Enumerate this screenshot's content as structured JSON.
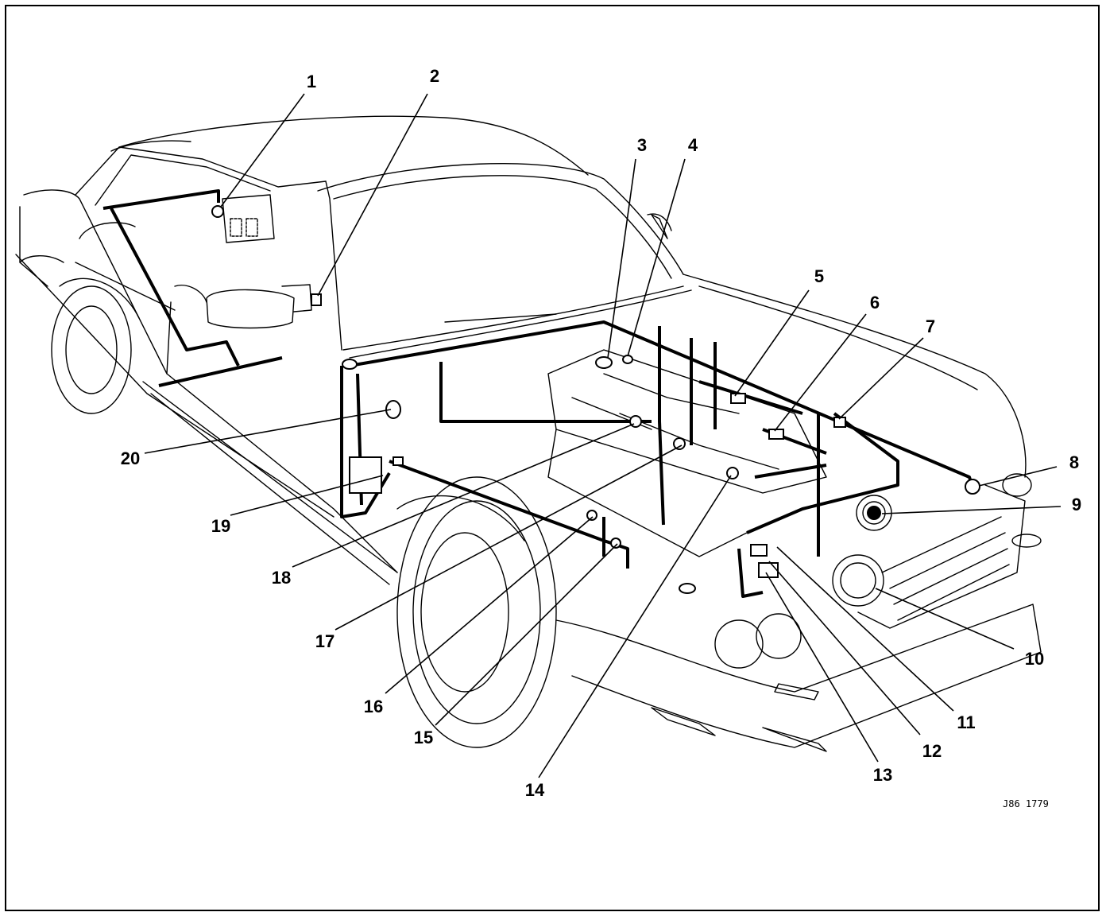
{
  "figure_ref": "J86 1779",
  "colors": {
    "line": "#000000",
    "background": "#ffffff"
  },
  "callouts": [
    {
      "id": 1,
      "label": "1"
    },
    {
      "id": 2,
      "label": "2"
    },
    {
      "id": 3,
      "label": "3"
    },
    {
      "id": 4,
      "label": "4"
    },
    {
      "id": 5,
      "label": "5"
    },
    {
      "id": 6,
      "label": "6"
    },
    {
      "id": 7,
      "label": "7"
    },
    {
      "id": 8,
      "label": "8"
    },
    {
      "id": 9,
      "label": "9"
    },
    {
      "id": 10,
      "label": "10"
    },
    {
      "id": 11,
      "label": "11"
    },
    {
      "id": 12,
      "label": "12"
    },
    {
      "id": 13,
      "label": "13"
    },
    {
      "id": 14,
      "label": "14"
    },
    {
      "id": 15,
      "label": "15"
    },
    {
      "id": 16,
      "label": "16"
    },
    {
      "id": 17,
      "label": "17"
    },
    {
      "id": 18,
      "label": "18"
    },
    {
      "id": 19,
      "label": "19"
    },
    {
      "id": 20,
      "label": "20"
    }
  ]
}
